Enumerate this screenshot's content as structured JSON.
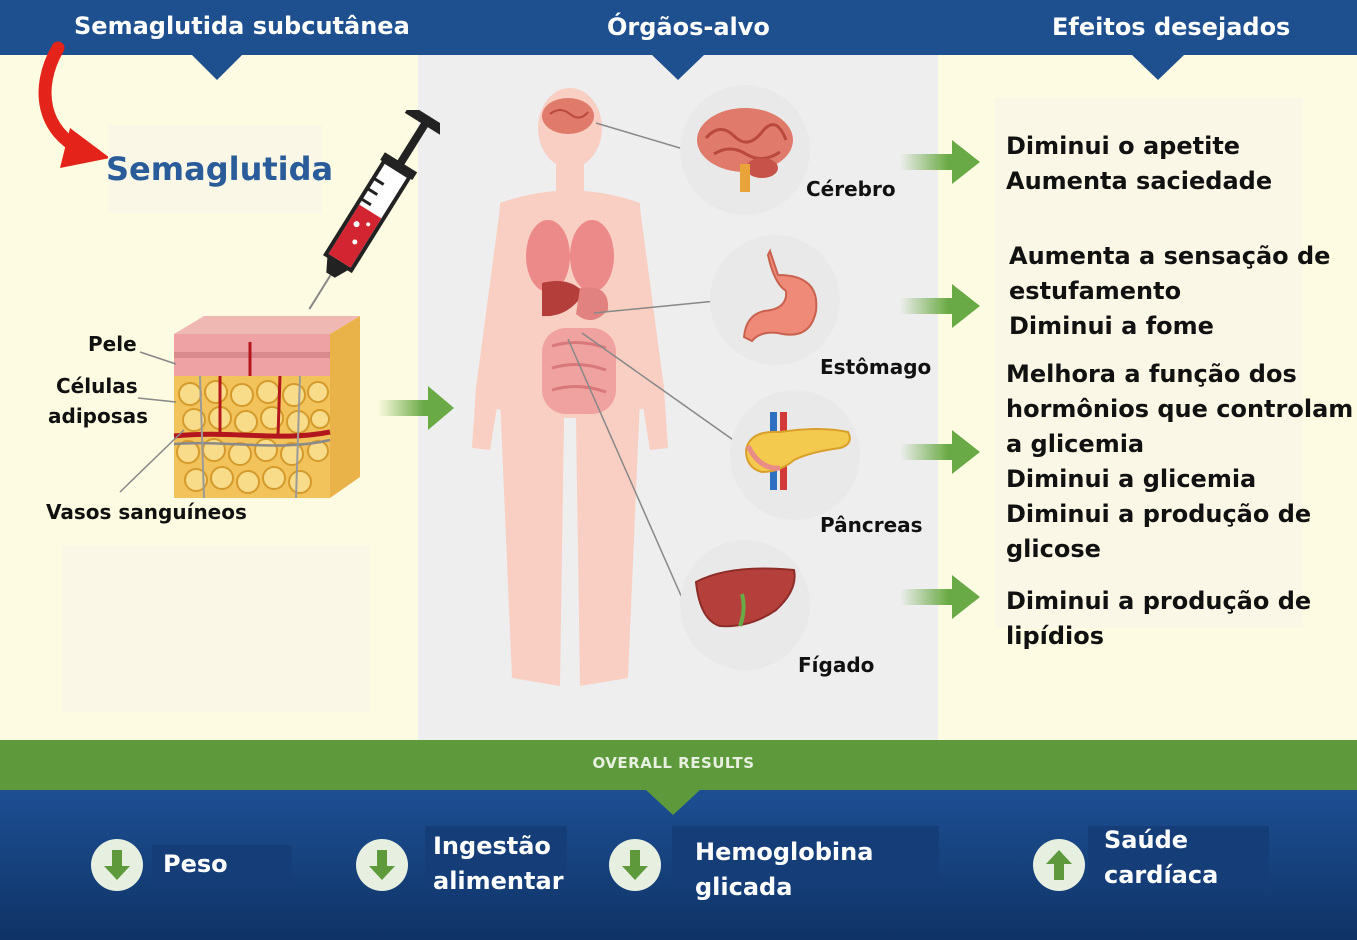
{
  "header": {
    "col1": "Semaglutida subcutânea",
    "col2": "Órgãos-alvo",
    "col3": "Efeitos desejados"
  },
  "drug_label": "Semaglutida",
  "skin_labels": {
    "pele": "Pele",
    "celulas_1": "Células",
    "celulas_2": "adiposas",
    "vasos": "Vasos sanguíneos"
  },
  "organs": {
    "brain": "Cérebro",
    "stomach": "Estômago",
    "pancreas": "Pâncreas",
    "liver": "Fígado"
  },
  "effects": {
    "brain": [
      "Diminui o apetite",
      "Aumenta saciedade"
    ],
    "stomach": [
      "Aumenta  a sensação de",
      "estufamento",
      "Diminui a fome"
    ],
    "pancreas": [
      "Melhora a função dos",
      "hormônios que controlam",
      "a glicemia",
      "Diminui a glicemia",
      "Diminui a produção de",
      "glicose"
    ],
    "liver": [
      "Diminui a produção de",
      "lipídios"
    ]
  },
  "overall": {
    "title": "OVERALL RESULTS",
    "items": [
      {
        "line1": "Peso",
        "line2": "",
        "direction": "down"
      },
      {
        "line1": "Ingestão",
        "line2": "alimentar",
        "direction": "down"
      },
      {
        "line1": "Hemoglobina",
        "line2": "glicada",
        "direction": "down"
      },
      {
        "line1": "Saúde",
        "line2": "cardíaca",
        "direction": "up"
      }
    ]
  },
  "colors": {
    "header_blue": "#1e4f8e",
    "panel_yellow": "#fdfbe1",
    "panel_gray": "#eeeeee",
    "green_band": "#5e9a3c",
    "arrow_green": "#6aaa46",
    "drug_blue": "#2a5c9a",
    "bottom_blue": "#123a72"
  }
}
